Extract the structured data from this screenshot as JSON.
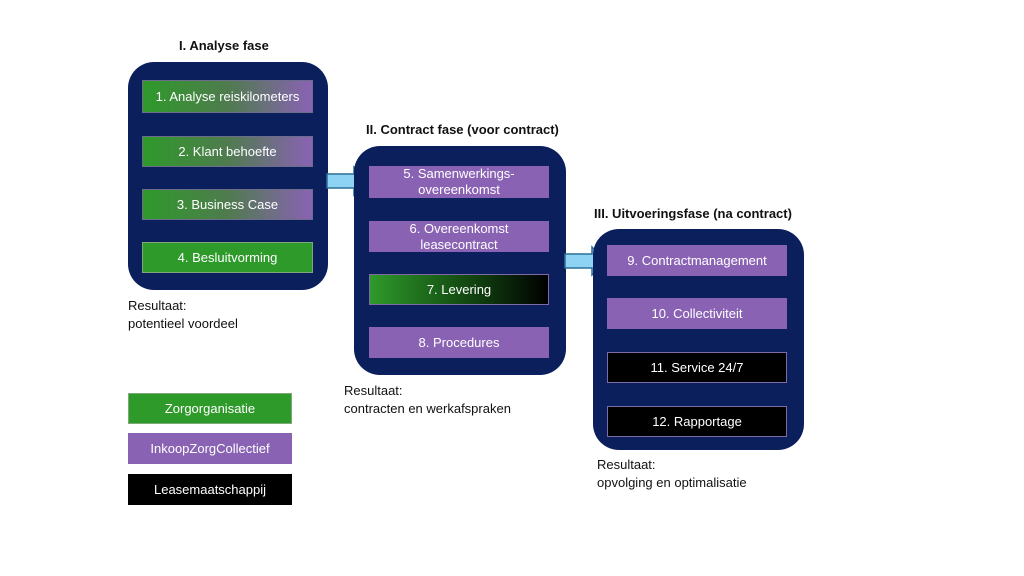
{
  "phases": [
    {
      "title": "I. Analyse fase",
      "steps": [
        {
          "label": "1. Analyse reiskilometers",
          "actor": "Zorgorganisatie + InkoopZorgCollectief"
        },
        {
          "label": "2. Klant behoefte",
          "actor": "Zorgorganisatie + InkoopZorgCollectief"
        },
        {
          "label": "3. Business Case",
          "actor": "Zorgorganisatie + InkoopZorgCollectief"
        },
        {
          "label": "4. Besluitvorming",
          "actor": "Zorgorganisatie"
        }
      ],
      "result_label": "Resultaat:",
      "result_text": "potentieel voordeel"
    },
    {
      "title": "II. Contract fase (voor contract)",
      "steps": [
        {
          "label": "5. Samenwerkings-\novereenkomst",
          "actor": "InkoopZorgCollectief"
        },
        {
          "label": "6. Overeenkomst leasecontract",
          "actor": "InkoopZorgCollectief"
        },
        {
          "label": "7. Levering",
          "actor": "Zorgorganisatie + Leasemaatschappij"
        },
        {
          "label": "8. Procedures",
          "actor": "InkoopZorgCollectief"
        }
      ],
      "result_label": "Resultaat:",
      "result_text": "contracten en werkafspraken"
    },
    {
      "title": "III. Uitvoeringsfase (na contract)",
      "steps": [
        {
          "label": "9. Contractmanagement",
          "actor": "InkoopZorgCollectief"
        },
        {
          "label": "10. Collectiviteit",
          "actor": "InkoopZorgCollectief"
        },
        {
          "label": "11. Service 24/7",
          "actor": "Leasemaatschappij"
        },
        {
          "label": "12. Rapportage",
          "actor": "Leasemaatschappij"
        }
      ],
      "result_label": "Resultaat:",
      "result_text": "opvolging en optimalisatie"
    }
  ],
  "legend": [
    {
      "label": "Zorgorganisatie",
      "color": "#2e9a2a"
    },
    {
      "label": "InkoopZorgCollectief",
      "color": "#8a62b4"
    },
    {
      "label": "Leasemaatschappij",
      "color": "#000000"
    }
  ],
  "colors": {
    "panel": "#0b1f5c",
    "arrow_fill": "#8fd3f4",
    "arrow_stroke": "#2a6f97"
  }
}
